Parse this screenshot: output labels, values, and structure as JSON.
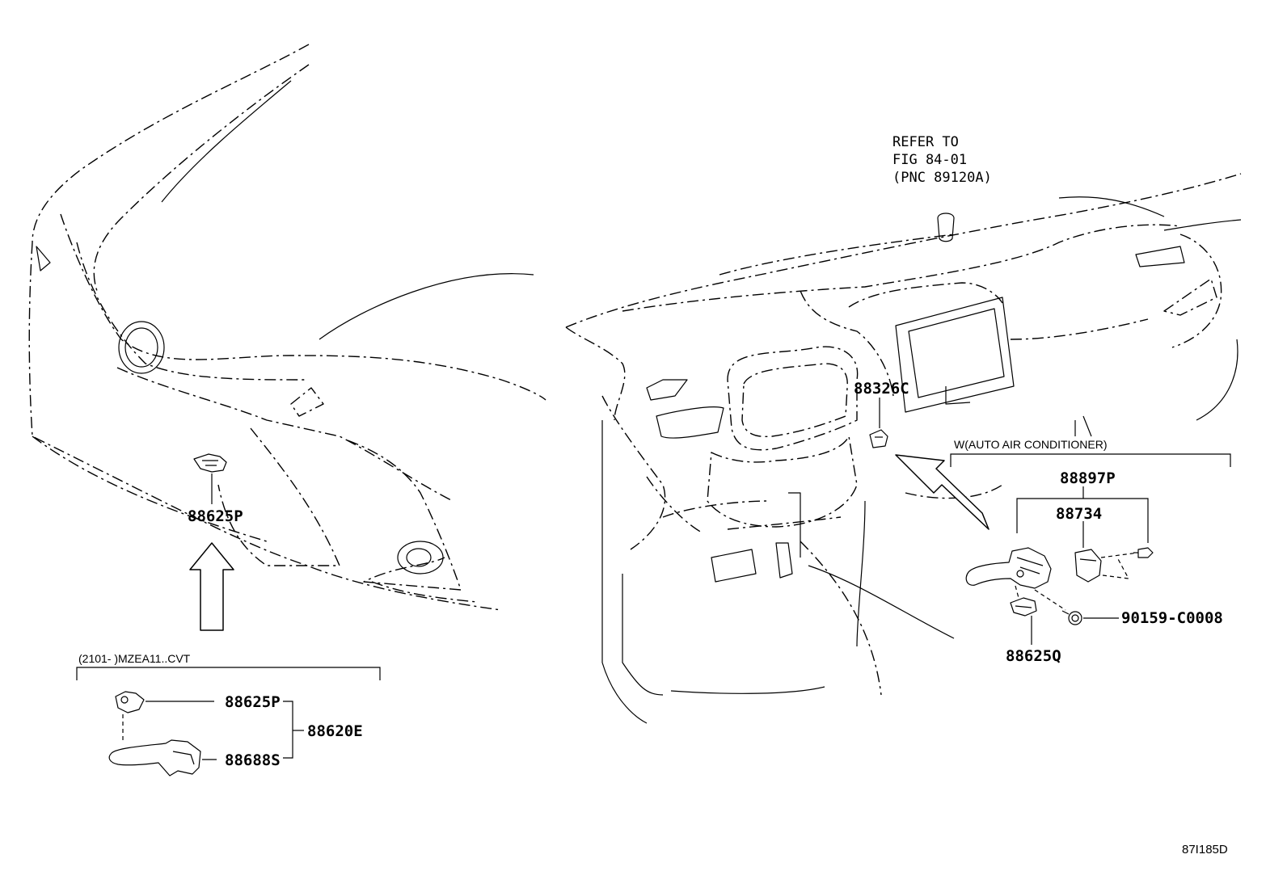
{
  "diagram": {
    "refer_note": [
      "REFER TO",
      "FIG 84-01",
      "(PNC 89120A)"
    ],
    "front_bumper_part": "88625P",
    "dash_part": "88326C",
    "condition_auto_ac": "W(AUTO AIR CONDITIONER)",
    "condition_mzea": "(2101-        )MZEA11..CVT",
    "auto_ac_parts": {
      "assembly": "88897P",
      "sub": "88734",
      "bolt": "90159-C0008",
      "sensor": "88625Q"
    },
    "mzea_parts": {
      "sensor": "88625P",
      "bracket": "88688S",
      "assembly": "88620E"
    },
    "figure_code": "87I185D"
  }
}
